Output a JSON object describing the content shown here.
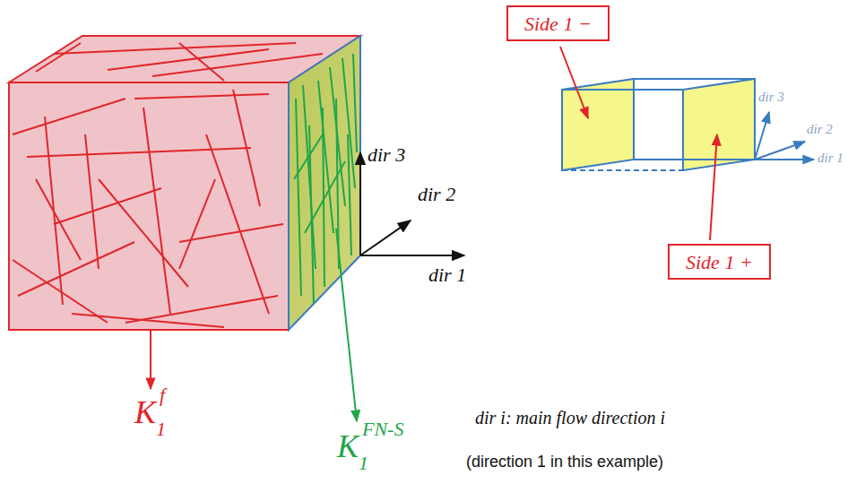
{
  "diagram": {
    "nodes": [
      {
        "text": [
          "Side 1 −"
        ]
      },
      {
        "text": [
          "Side 1 +"
        ]
      }
    ],
    "labels": [
      "dir 3",
      "dir 2",
      "dir 1",
      "K",
      "1",
      "f",
      "K",
      "1",
      "FN-S",
      "dir i: main flow direction i",
      "(direction 1 in this example)",
      "dir 3",
      "dir 2",
      "dir 1"
    ]
  }
}
